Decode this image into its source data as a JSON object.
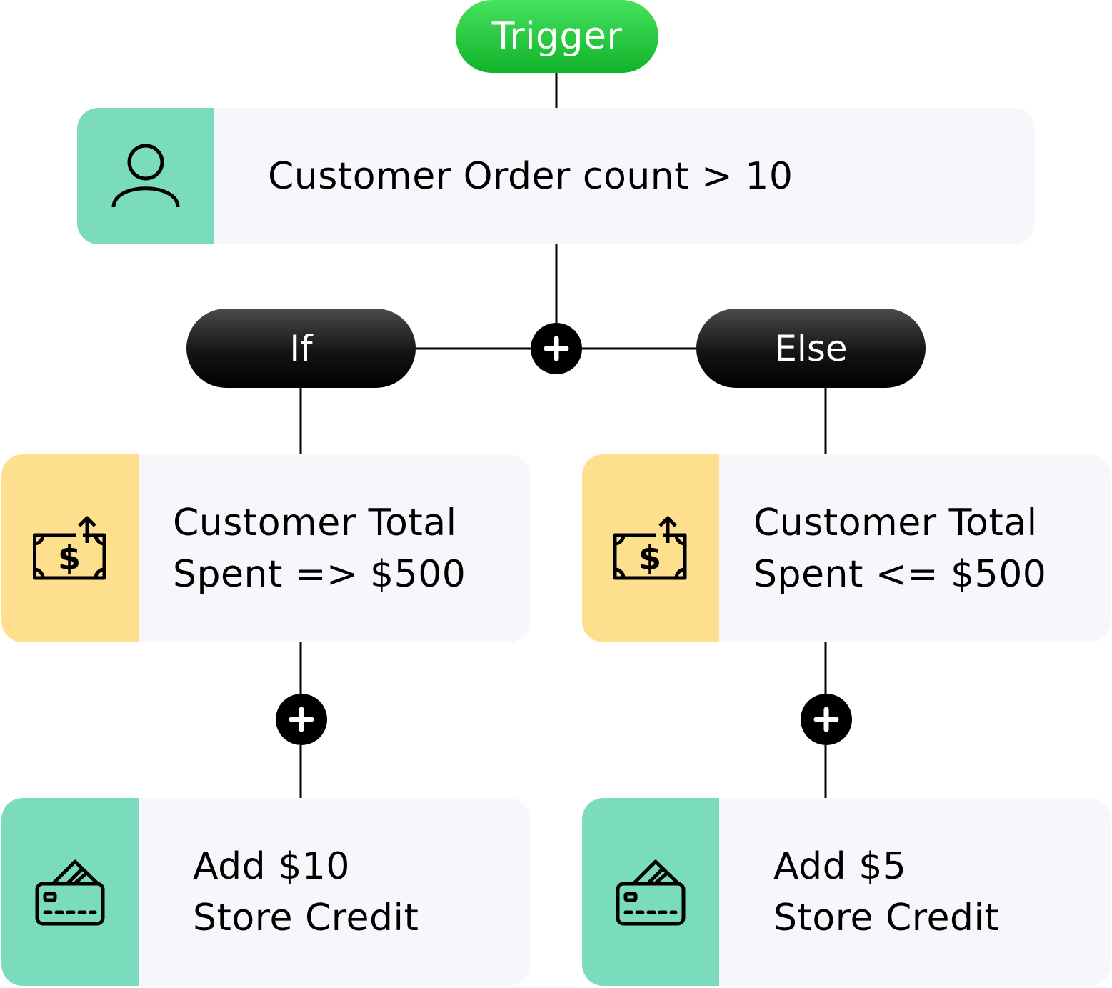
{
  "trigger": {
    "label": "Trigger"
  },
  "condition": {
    "label": "Customer Order count > 10",
    "icon": "user-icon",
    "panel_color": "#7adcbc"
  },
  "branch": {
    "add_icon": "plus-icon",
    "if_label": "If",
    "else_label": "Else"
  },
  "if_branch": {
    "condition_line1": "Customer Total",
    "condition_line2": "Spent => $500",
    "condition_icon": "money-up-icon",
    "condition_color": "#fddf8d",
    "add_icon": "plus-icon",
    "action_line1": "Add $10",
    "action_line2": "Store Credit",
    "action_icon": "credit-card-icon",
    "action_color": "#7adcbc"
  },
  "else_branch": {
    "condition_line1": "Customer Total",
    "condition_line2": "Spent <= $500",
    "condition_icon": "money-up-icon",
    "condition_color": "#fddf8d",
    "add_icon": "plus-icon",
    "action_line1": "Add $5",
    "action_line2": "Store Credit",
    "action_icon": "credit-card-icon",
    "action_color": "#7adcbc"
  },
  "colors": {
    "trigger_green": "#1cc83a",
    "card_bg": "#f7f7fb",
    "dark_pill": "#141414"
  }
}
